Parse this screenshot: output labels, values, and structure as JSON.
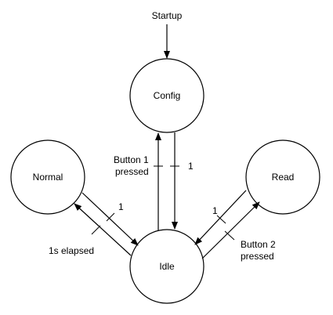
{
  "diagram": {
    "entry_label": "Startup",
    "states": {
      "config": "Config",
      "normal": "Normal",
      "read": "Read",
      "idle": "Idle"
    },
    "transitions": {
      "idle_to_config": "Button 1",
      "idle_to_config_2": "pressed",
      "config_to_idle": "1",
      "normal_to_idle": "1",
      "idle_to_normal": "1s elapsed",
      "read_to_idle": "1",
      "idle_to_read": "Button 2",
      "idle_to_read_2": "pressed"
    },
    "colors": {
      "stroke": "#000000",
      "background": "#ffffff"
    }
  }
}
